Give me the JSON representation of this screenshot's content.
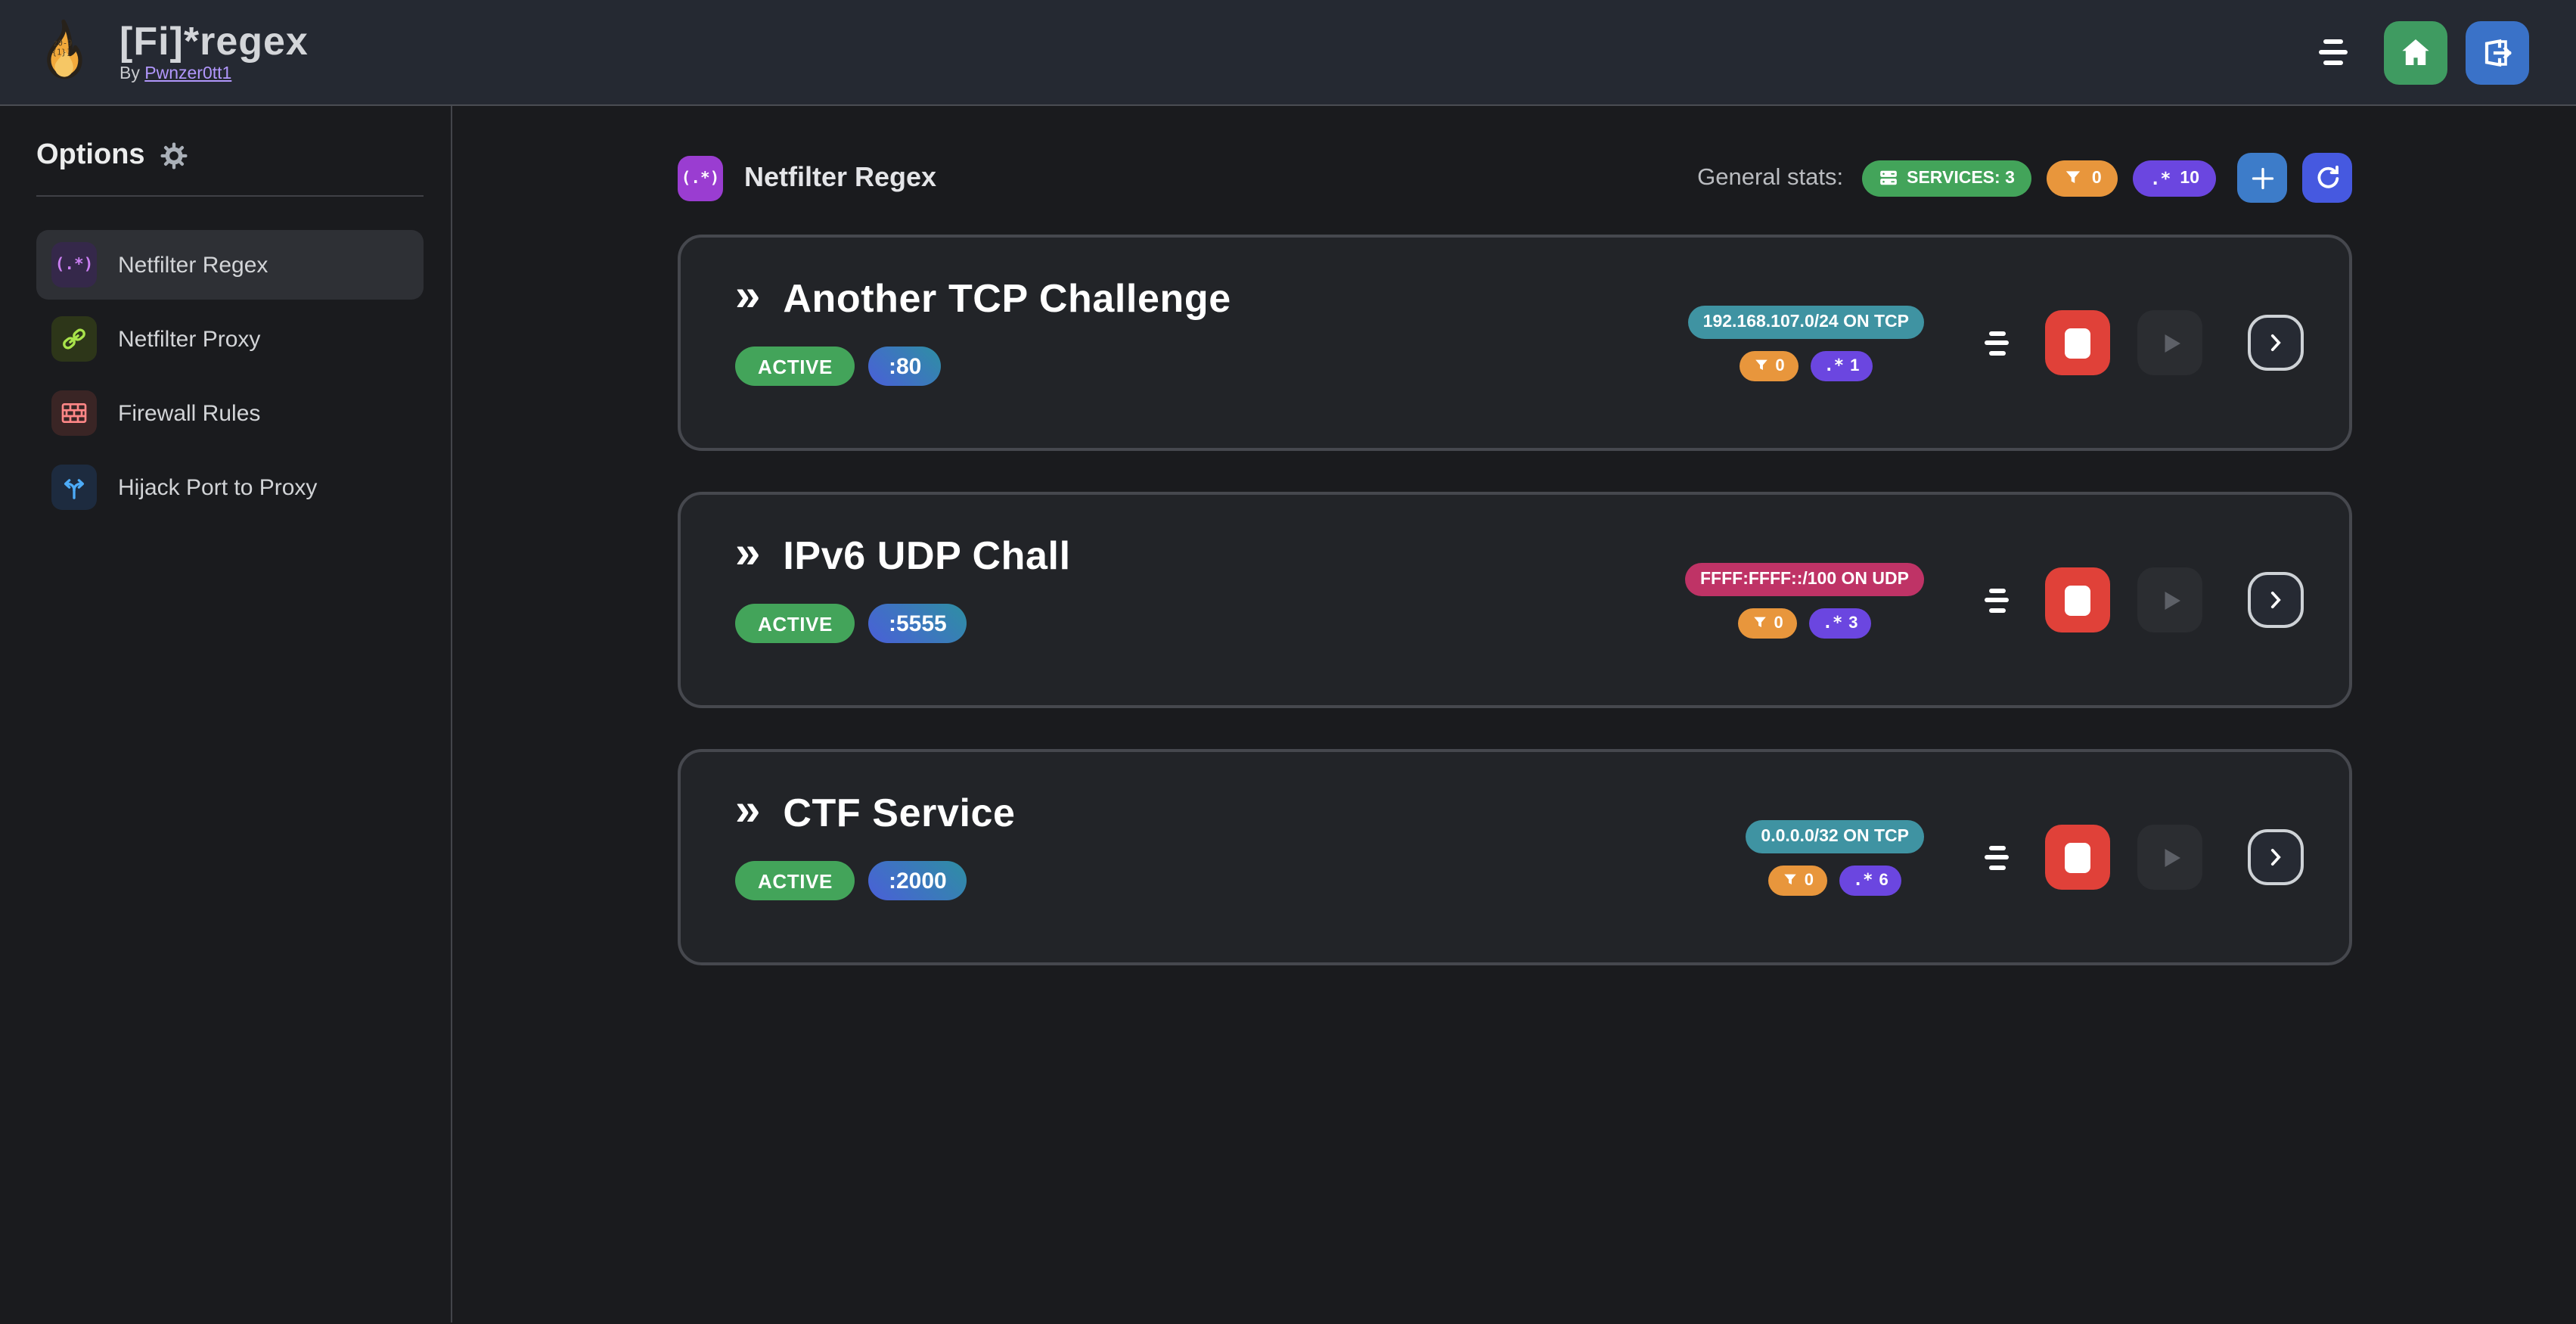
{
  "navbar": {
    "title": "[Fi]*regex",
    "byline_prefix": "By",
    "author": "Pwnzer0tt1"
  },
  "sidebar": {
    "heading": "Options",
    "items": [
      {
        "label": "Netfilter Regex",
        "icon": "regex-icon",
        "icon_text": "(.*)",
        "active": true
      },
      {
        "label": "Netfilter Proxy",
        "icon": "link-icon"
      },
      {
        "label": "Firewall Rules",
        "icon": "firewall-bricks-icon"
      },
      {
        "label": "Hijack Port to Proxy",
        "icon": "split-arrows-icon"
      }
    ]
  },
  "main": {
    "section_title": "Netfilter Regex",
    "section_icon_text": "(.*)",
    "stats_label": "General stats:",
    "stats": {
      "services": "SERVICES: 3",
      "filtered": "0",
      "regexes": "10"
    }
  },
  "services": [
    {
      "name": "Another TCP Challenge",
      "status": "ACTIVE",
      "port": ":80",
      "network": "192.168.107.0/24 ON TCP",
      "network_color": "#3f93a2",
      "filtered": "0",
      "regexes": "1"
    },
    {
      "name": "IPv6 UDP Chall",
      "status": "ACTIVE",
      "port": ":5555",
      "network": "FFFF:FFFF::/100 ON UDP",
      "network_color": "#bf3366",
      "filtered": "0",
      "regexes": "3"
    },
    {
      "name": "CTF Service",
      "status": "ACTIVE",
      "port": ":2000",
      "network": "0.0.0.0/32 ON TCP",
      "network_color": "#3f93a2",
      "filtered": "0",
      "regexes": "6"
    }
  ],
  "glyphs": {
    "chevrons": "»",
    "regex": ".*"
  },
  "colors": {
    "navbar_bg": "#252932",
    "page_bg": "#1a1b1e",
    "card_bg": "#222428",
    "card_border": "#46484e",
    "accent_green": "#43a45a",
    "accent_orange": "#e8963c",
    "accent_violet": "#6b46e0",
    "accent_blue": "#3d7cc9",
    "accent_indigo": "#4659e0",
    "danger_red": "#e04139",
    "teal_badge": "#3f93a2",
    "pink_badge": "#bf3366",
    "purple_icon": "#9a3dd1",
    "link_purple": "#b197fc",
    "home_green": "#3f9b61",
    "logout_blue": "#3a72c8"
  }
}
